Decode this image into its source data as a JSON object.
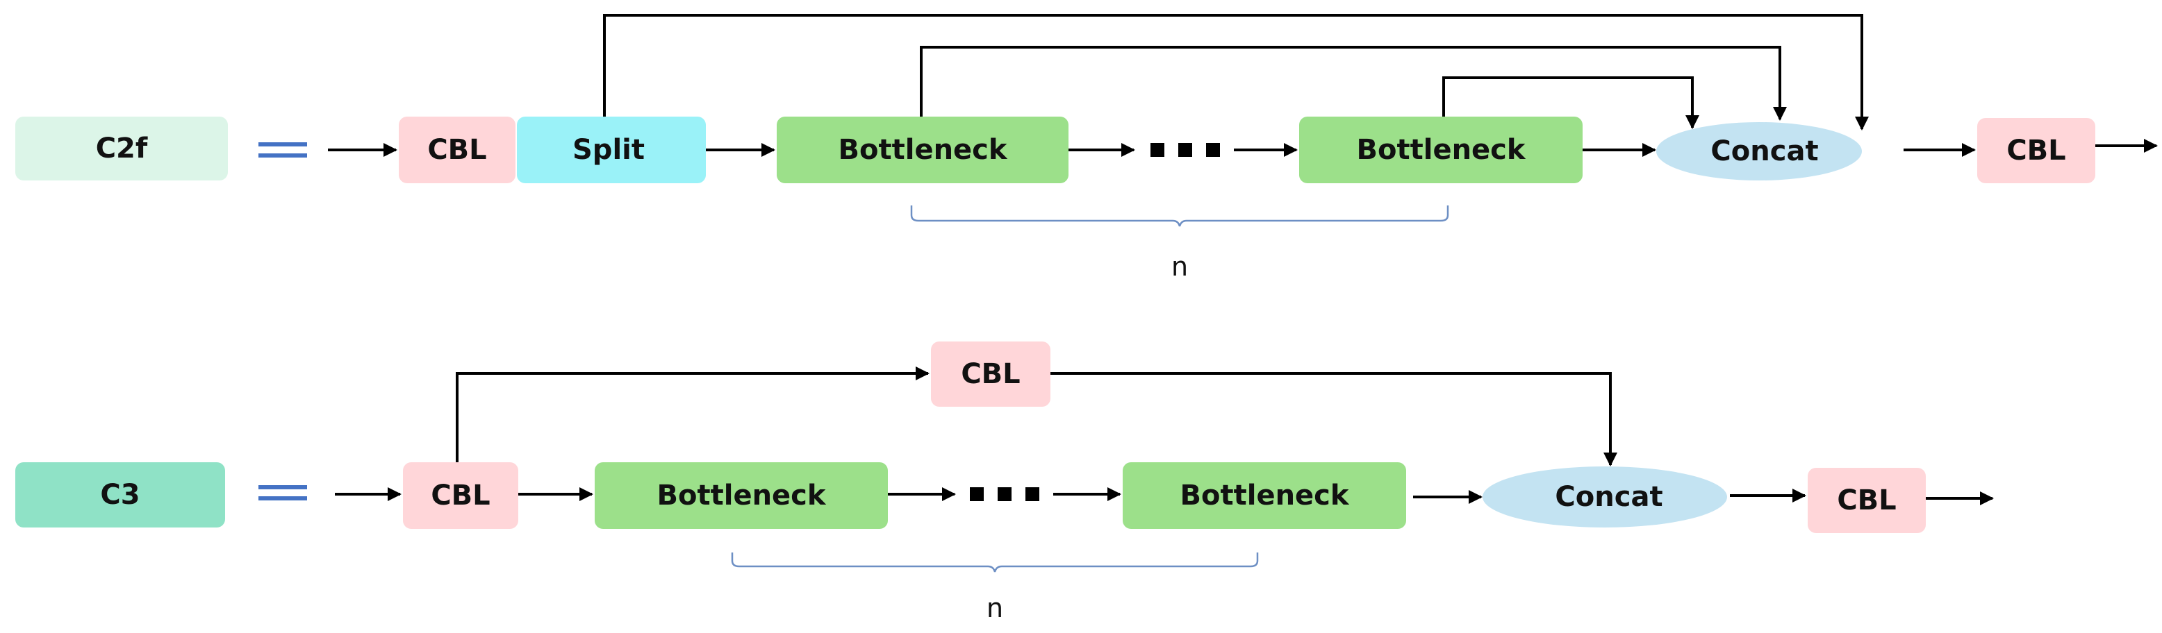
{
  "colors": {
    "c2f_label_bg": "#dcf5e8",
    "c3_label_bg": "#8fe2c6",
    "cbl": "#ffd6d9",
    "split": "#9af2f8",
    "bottleneck": "#9ce08a",
    "concat": "#c3e3f2",
    "brace": "#6d8fc4",
    "equals": "#4472c4"
  },
  "c2f": {
    "label": "C2f",
    "cbl_in": "CBL",
    "split": "Split",
    "bottleneck_first": "Bottleneck",
    "ellipsis": "▪▪▪",
    "bottleneck_last": "Bottleneck",
    "concat": "Concat",
    "cbl_out": "CBL",
    "repeat_label": "n"
  },
  "c3": {
    "label": "C3",
    "cbl_top": "CBL",
    "cbl_in": "CBL",
    "bottleneck_first": "Bottleneck",
    "ellipsis": "▪▪▪",
    "bottleneck_last": "Bottleneck",
    "concat": "Concat",
    "cbl_out": "CBL",
    "repeat_label": "n"
  }
}
